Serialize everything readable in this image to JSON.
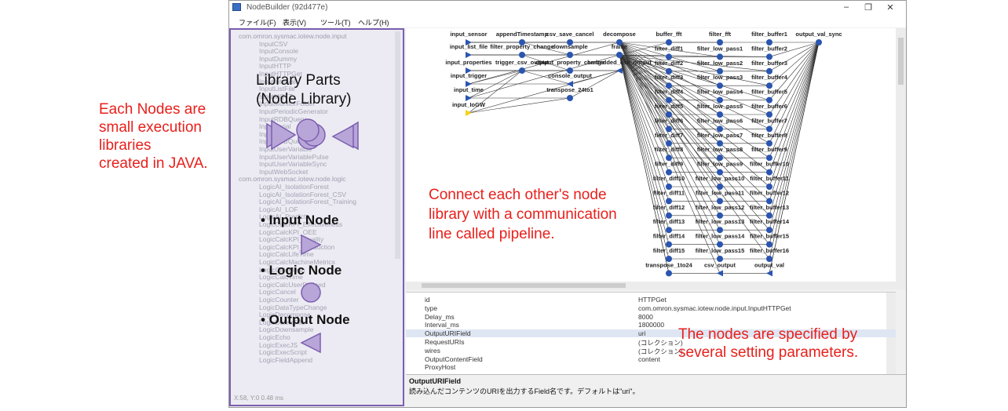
{
  "window": {
    "title": "NodeBuilder (92d477e)",
    "menu": [
      "ファイル(F)",
      "表示(V)",
      "ツール(T)",
      "ヘルプ(H)"
    ]
  },
  "tree": {
    "input_package": "com.omron.sysmac.iotew.node.input",
    "input_nodes": [
      "InputCSV",
      "InputConsole",
      "InputDummy",
      "InputHTTP",
      "InputHTTPGet",
      "InputInterval",
      "InputListFile",
      "InputMQTT",
      "InputMonitorFolder",
      "InputPeriodicGenerator",
      "InputRDBQuery",
      "InputSerial",
      "InputTrigger",
      "InputUDBQuery",
      "InputUserVariable",
      "InputUserVariablePulse",
      "InputUserVariableSync",
      "InputWebSocket"
    ],
    "logic_package": "com.omron.sysmac.iotew.node.logic",
    "logic_nodes": [
      "LogicAI_IsolationForest",
      "LogicAI_IsolationForest_CSV",
      "LogicAI_IsolationForest_Training",
      "LogicAI_LOF",
      "LogicAI_Predict",
      "LogicCalcKPI_Effectiveness",
      "LogicCalcKPI_OEE",
      "LogicCalcKPI_Quality",
      "LogicCalcKPI_Production",
      "LogicCalcLifeTime",
      "LogicCalcMachineMetrics",
      "LogicCalcMean",
      "LogicCalcTime",
      "LogicCalcUserDefined",
      "LogicCancel",
      "LogicCounter",
      "LogicDataTypeChange",
      "LogicDecompose",
      "LogicDeleteFile",
      "LogicDownsample",
      "LogicEcho",
      "LogicExecJS",
      "LogicExecScript",
      "LogicFieldAppend"
    ],
    "status": "X:58, Y:0  0.48 ms"
  },
  "overlay": {
    "library_title_line1": "Library Parts",
    "library_title_line2": "(Node Library)",
    "input_node": "• Input Node",
    "logic_node": "• Logic Node",
    "output_node": "• Output Node"
  },
  "annotations": {
    "left_note": [
      "Each Nodes are",
      "small execution",
      "libraries",
      "created in JAVA."
    ],
    "center_note": [
      "Connect each other's node",
      "library with a communication",
      "line called pipeline."
    ],
    "right_note": [
      "The nodes are specified by",
      "several setting parameters."
    ]
  },
  "graph": {
    "col1": [
      "input_sensor",
      "input_list_file",
      "input_properties",
      "input_trigger",
      "input_time",
      "input_IoGW"
    ],
    "col2": [
      "appendTimestamp",
      "filter_property_change",
      "trigger_csv_output"
    ],
    "col3": [
      "csv_save_cancel",
      "downsample",
      "output_property_change",
      "console_output",
      "transpose_24to1"
    ],
    "col4": [
      "decompose",
      "frame",
      "embedded_csv_output"
    ],
    "diffs": [
      "buffer_fft",
      "filter_diff1",
      "filter_diff2",
      "filter_diff3",
      "filter_diff4",
      "filter_diff5",
      "filter_diff6",
      "filter_diff7",
      "filter_diff8",
      "filter_diff9",
      "filter_diff10",
      "filter_diff11",
      "filter_diff12",
      "filter_diff13",
      "filter_diff14",
      "filter_diff15",
      "transpose_1to24"
    ],
    "lows": [
      "filter_fft",
      "filter_low_pass1",
      "filter_low_pass2",
      "filter_low_pass3",
      "filter_low_pass4",
      "filter_low_pass5",
      "filter_low_pass6",
      "filter_low_pass7",
      "filter_low_pass8",
      "filter_low_pass9",
      "filter_low_pass10",
      "filter_low_pass11",
      "filter_low_pass12",
      "filter_low_pass13",
      "filter_low_pass14",
      "filter_low_pass15",
      "csv_output"
    ],
    "buffers": [
      "filter_buffer1",
      "filter_buffer2",
      "filter_buffer3",
      "filter_buffer4",
      "filter_buffer5",
      "filter_buffer6",
      "filter_buffer7",
      "filter_buffer8",
      "filter_buffer9",
      "filter_buffer10",
      "filter_buffer11",
      "filter_buffer12",
      "filter_buffer13",
      "filter_buffer14",
      "filter_buffer15",
      "filter_buffer16",
      "output_val"
    ],
    "sync": "output_val_sync"
  },
  "properties": [
    {
      "name": "id",
      "value": "HTTPGet"
    },
    {
      "name": "type",
      "value": "com.omron.sysmac.iotew.node.input.InputHTTPGet"
    },
    {
      "name": "Delay_ms",
      "value": "8000"
    },
    {
      "name": "Interval_ms",
      "value": "1800000"
    },
    {
      "name": "OutputURIField",
      "value": "uri"
    },
    {
      "name": "RequestURIs",
      "value": "(コレクション)"
    },
    {
      "name": "wires",
      "value": "(コレクション)"
    },
    {
      "name": "OutputContentField",
      "value": "content"
    },
    {
      "name": "ProxyHost",
      "value": ""
    }
  ],
  "description": {
    "name": "OutputURIField",
    "text": "読み込んだコンテンツのURIを出力するField名です。デフォルトは\"uri\"。"
  },
  "colors": {
    "panel_border": "#7b5fb0",
    "shape_fill": "#b9a6d8",
    "node_blue": "#2a55b0",
    "annotation_red": "#e8201c"
  }
}
